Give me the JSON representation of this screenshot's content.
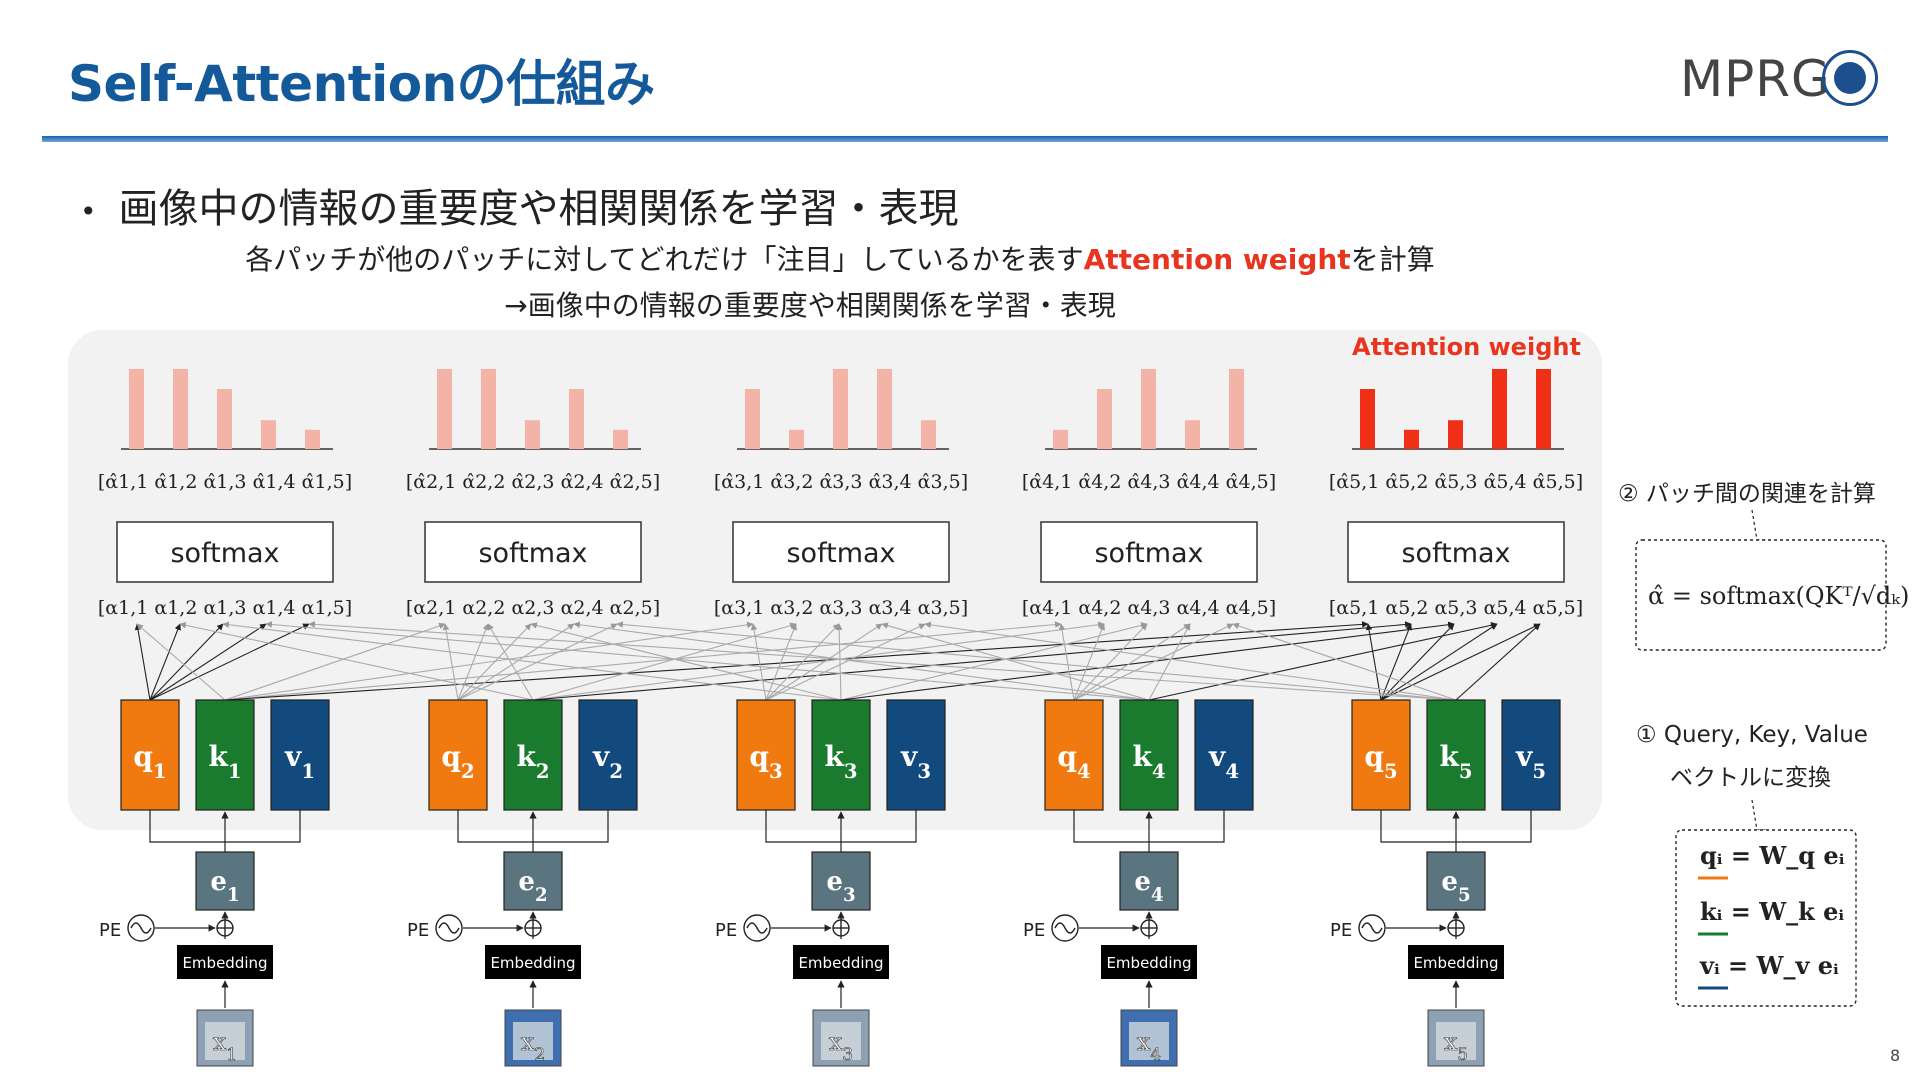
{
  "title": "Self-Attentionの仕組み",
  "logo_text": "MPRG",
  "bullet": "画像中の情報の重要度や相関関係を学習・表現",
  "subtitle_part1": "各パッチが他のパッチに対して",
  "subtitle_part2": "どれだけ「注目」しているかを表す",
  "subtitle_highlight": "Attention weight",
  "subtitle_suffix": "を計算",
  "subtitle_line2": "→画像中の情報の重要度や相関関係を学習・表現",
  "attention_weight_label": "Attention weight",
  "softmax_label": "softmax",
  "embedding_label": "Embedding",
  "pe_label": "PE",
  "note_step2": "② パッチ間の関連を計算",
  "note_step1_line1": "① Query, Key, Value",
  "note_step1_line2": "ベクトルに変換",
  "formula_attention": "α̂ = softmax(QKᵀ/√dₖ)",
  "formula_q": "qᵢ = W_q eᵢ",
  "formula_k": "kᵢ = W_k eᵢ",
  "formula_v": "vᵢ = W_v eᵢ",
  "page_number": "8",
  "colors": {
    "title": "#14599a",
    "query": "#f07a10",
    "key": "#1a7a2e",
    "value": "#124a7e",
    "embed_box": "#5a7580",
    "bar_light": "#f4b3a7",
    "bar_strong": "#f03016",
    "highlight": "#e8351f"
  },
  "columns": [
    {
      "index": 1,
      "bars": [
        1.0,
        1.0,
        0.75,
        0.36,
        0.24
      ],
      "hat_row": "[α̂1,1 α̂1,2 α̂1,3 α̂1,4 α̂1,5]",
      "raw_row": "[α1,1 α1,2 α1,3 α1,4 α1,5]"
    },
    {
      "index": 2,
      "bars": [
        1.0,
        1.0,
        0.36,
        0.75,
        0.24
      ],
      "hat_row": "[α̂2,1 α̂2,2 α̂2,3 α̂2,4 α̂2,5]",
      "raw_row": "[α2,1 α2,2 α2,3 α2,4 α2,5]"
    },
    {
      "index": 3,
      "bars": [
        0.75,
        0.24,
        1.0,
        1.0,
        0.36
      ],
      "hat_row": "[α̂3,1 α̂3,2 α̂3,3 α̂3,4 α̂3,5]",
      "raw_row": "[α3,1 α3,2 α3,3 α3,4 α3,5]"
    },
    {
      "index": 4,
      "bars": [
        0.24,
        0.75,
        1.0,
        0.36,
        1.0
      ],
      "hat_row": "[α̂4,1 α̂4,2 α̂4,3 α̂4,4 α̂4,5]",
      "raw_row": "[α4,1 α4,2 α4,3 α4,4 α4,5]"
    },
    {
      "index": 5,
      "bars": [
        0.75,
        0.24,
        0.36,
        1.0,
        1.0
      ],
      "hat_row": "[α̂5,1 α̂5,2 α̂5,3 α̂5,4 α̂5,5]",
      "raw_row": "[α5,1 α5,2 α5,3 α5,4 α5,5]",
      "highlighted": true
    }
  ]
}
